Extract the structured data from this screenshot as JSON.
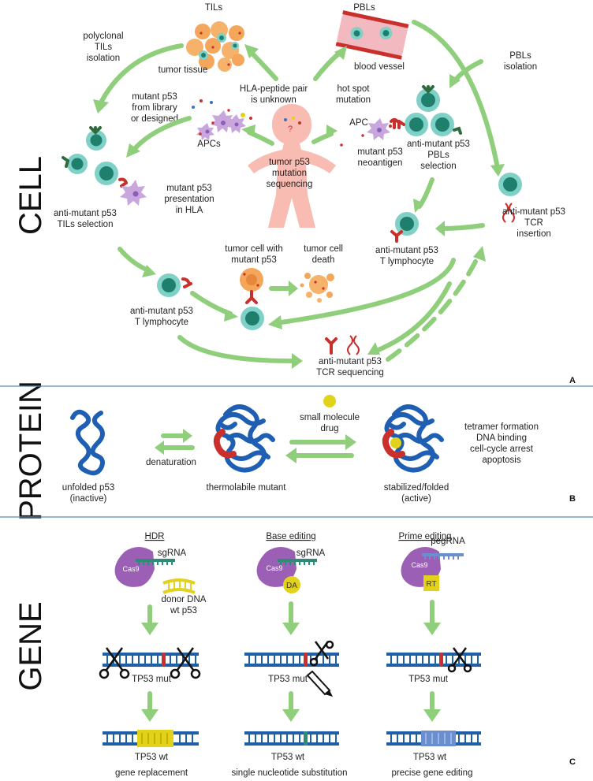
{
  "sections": {
    "cell": "CELL",
    "protein": "PROTEIN",
    "gene": "GENE"
  },
  "panels": {
    "a": "A",
    "b": "B",
    "c": "C"
  },
  "colors": {
    "arrow": "#8fce7a",
    "cell_outer": "#7fd0c6",
    "cell_nucleus": "#1f7f6d",
    "receptor": "#c9302c",
    "protein": "#1f5fb3",
    "cas9": "#9b5fb5",
    "drug": "#e3d21c",
    "divider": "#5b8db8"
  },
  "cell_panel": {
    "tils": "TILs",
    "tumor_tissue": "tumor tissue",
    "pbls": "PBLs",
    "blood_vessel": "blood vessel",
    "polyclonal_1": "polyclonal",
    "polyclonal_2": "TILs",
    "polyclonal_3": "isolation",
    "pbls_isolation_1": "PBLs",
    "pbls_isolation_2": "isolation",
    "hla_unknown_1": "HLA-peptide pair",
    "hla_unknown_2": "is unknown",
    "hot_spot_1": "hot spot",
    "hot_spot_2": "mutation",
    "library_1": "mutant p53",
    "library_2": "from library",
    "library_3": "or designed",
    "apcs": "APCs",
    "apc": "APC",
    "neo_1": "mutant p53",
    "neo_2": "neoantigen",
    "seq_1": "tumor p53",
    "seq_2": "mutation",
    "seq_3": "sequencing",
    "pbl_sel_1": "anti-mutant p53",
    "pbl_sel_2": "PBLs",
    "pbl_sel_3": "selection",
    "presentation_1": "mutant p53",
    "presentation_2": "presentation",
    "presentation_3": "in HLA",
    "til_sel_1": "anti-mutant p53",
    "til_sel_2": "TILs selection",
    "tcr_ins_1": "anti-mutant p53",
    "tcr_ins_2": "TCR",
    "tcr_ins_3": "insertion",
    "tl_right_1": "anti-mutant p53",
    "tl_right_2": "T lymphocyte",
    "tumor_cell_1": "tumor cell with",
    "tumor_cell_2": "mutant p53",
    "death_1": "tumor cell",
    "death_2": "death",
    "tl_left_1": "anti-mutant p53",
    "tl_left_2": "T lymphocyte",
    "tcr_seq_1": "anti-mutant p53",
    "tcr_seq_2": "TCR sequencing",
    "question_mark": "?"
  },
  "protein_panel": {
    "unfolded_1": "unfolded p53",
    "unfolded_2": "(inactive)",
    "denaturation": "denaturation",
    "thermolabile": "thermolabile mutant",
    "drug_1": "small molecule",
    "drug_2": "drug",
    "stabilized": "stabilized/folded",
    "active": "(active)",
    "outcome_1": "tetramer formation",
    "outcome_2": "DNA binding",
    "outcome_3": "cell-cycle arrest",
    "outcome_4": "apoptosis"
  },
  "gene_panel": {
    "hdr": {
      "title": "HDR",
      "guide": "sgRNA",
      "cas9": "Cas9",
      "donor_1": "donor DNA",
      "donor_2": "wt p53",
      "mut": "TP53 mut",
      "wt": "TP53 wt",
      "result": "gene replacement"
    },
    "base": {
      "title": "Base editing",
      "guide": "sgRNA",
      "cas9": "Cas9",
      "enzyme": "DA",
      "mut": "TP53 mut",
      "wt": "TP53 wt",
      "result": "single nucleotide substitution"
    },
    "prime": {
      "title": "Prime editing",
      "guide": "pegRNA",
      "cas9": "Cas9",
      "enzyme": "RT",
      "mut": "TP53 mut",
      "wt": "TP53 wt",
      "result": "precise gene editing"
    }
  }
}
